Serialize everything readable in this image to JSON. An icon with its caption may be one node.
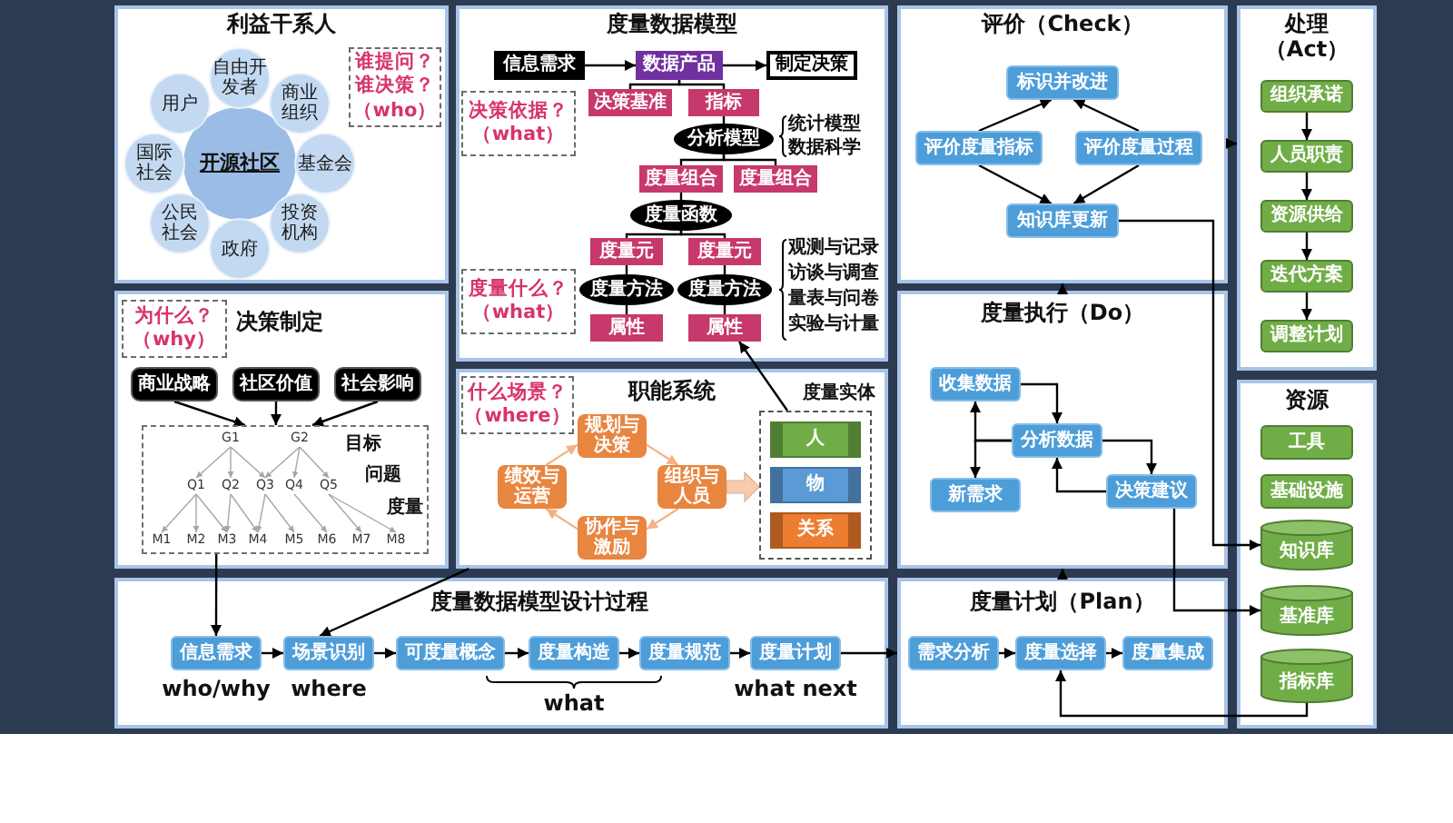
{
  "diagram": {
    "nodes": [
      {
        "text": [
          "利益干系人"
        ]
      },
      {
        "text": [
          "开源社区"
        ],
        "in": 0
      },
      {
        "text": [
          "自由开发者"
        ],
        "in": 0
      },
      {
        "text": [
          "商业组织"
        ],
        "in": 0
      },
      {
        "text": [
          "基金会"
        ],
        "in": 0
      },
      {
        "text": [
          "投资机构"
        ],
        "in": 0
      },
      {
        "text": [
          "政府"
        ],
        "in": 0
      },
      {
        "text": [
          "公民社会"
        ],
        "in": 0
      },
      {
        "text": [
          "国际社会"
        ],
        "in": 0
      },
      {
        "text": [
          "用户"
        ],
        "in": 0
      },
      {
        "text": [
          "谁提问？谁决策？（who）"
        ],
        "in": 0
      },
      {
        "text": [
          "度量数据模型"
        ]
      },
      {
        "text": [
          "信息需求"
        ],
        "in": 11
      },
      {
        "text": [
          "数据产品"
        ],
        "in": 11
      },
      {
        "text": [
          "制定决策"
        ],
        "in": 11
      },
      {
        "text": [
          "决策基准"
        ],
        "in": 11
      },
      {
        "text": [
          "指标"
        ],
        "in": 11
      },
      {
        "text": [
          "决策依据？（what）"
        ],
        "in": 11
      },
      {
        "text": [
          "分析模型"
        ],
        "in": 11
      },
      {
        "text": [
          "度量组合"
        ],
        "in": 11
      },
      {
        "text": [
          "度量组合"
        ],
        "in": 11
      },
      {
        "text": [
          "度量函数"
        ],
        "in": 11
      },
      {
        "text": [
          "度量元"
        ],
        "in": 11
      },
      {
        "text": [
          "度量元"
        ],
        "in": 11
      },
      {
        "text": [
          "度量什么？（what）"
        ],
        "in": 11
      },
      {
        "text": [
          "度量方法"
        ],
        "in": 11
      },
      {
        "text": [
          "度量方法"
        ],
        "in": 11
      },
      {
        "text": [
          "属性"
        ],
        "in": 11
      },
      {
        "text": [
          "属性"
        ],
        "in": 11
      },
      {
        "text": [
          "评价（Check）"
        ]
      },
      {
        "text": [
          "标识并改进"
        ],
        "in": 29
      },
      {
        "text": [
          "评价度量指标"
        ],
        "in": 29
      },
      {
        "text": [
          "评价度量过程"
        ],
        "in": 29
      },
      {
        "text": [
          "知识库更新"
        ],
        "in": 29
      },
      {
        "text": [
          "处理（Act）"
        ]
      },
      {
        "text": [
          "组织承诺"
        ],
        "in": 34
      },
      {
        "text": [
          "人员职责"
        ],
        "in": 34
      },
      {
        "text": [
          "资源供给"
        ],
        "in": 34
      },
      {
        "text": [
          "迭代方案"
        ],
        "in": 34
      },
      {
        "text": [
          "调整计划"
        ],
        "in": 34
      },
      {
        "text": [
          "决策制定"
        ]
      },
      {
        "text": [
          "为什么？（why）"
        ],
        "in": 40
      },
      {
        "text": [
          "商业战略"
        ],
        "in": 40
      },
      {
        "text": [
          "社区价值"
        ],
        "in": 40
      },
      {
        "text": [
          "社会影响"
        ],
        "in": 40
      },
      {
        "text": [],
        "shape": "box",
        "in": 40
      },
      {
        "text": [
          "G1"
        ],
        "in": 45
      },
      {
        "text": [
          "G2"
        ],
        "in": 45
      },
      {
        "text": [
          "Q1"
        ],
        "in": 45
      },
      {
        "text": [
          "Q2"
        ],
        "in": 45
      },
      {
        "text": [
          "Q3"
        ],
        "in": 45
      },
      {
        "text": [
          "Q4"
        ],
        "in": 45
      },
      {
        "text": [
          "Q5"
        ],
        "in": 45
      },
      {
        "text": [
          "M1"
        ],
        "in": 45
      },
      {
        "text": [
          "M2"
        ],
        "in": 45
      },
      {
        "text": [
          "M3"
        ],
        "in": 45
      },
      {
        "text": [
          "M4"
        ],
        "in": 45
      },
      {
        "text": [
          "M5"
        ],
        "in": 45
      },
      {
        "text": [
          "M6"
        ],
        "in": 45
      },
      {
        "text": [
          "M7"
        ],
        "in": 45
      },
      {
        "text": [
          "M8"
        ],
        "in": 45
      },
      {
        "text": [
          "职能系统"
        ]
      },
      {
        "text": [
          "什么场景？（where）"
        ],
        "in": 61
      },
      {
        "text": [
          "规划与决策"
        ],
        "in": 61
      },
      {
        "text": [
          "绩效与运营"
        ],
        "in": 61
      },
      {
        "text": [
          "组织与人员"
        ],
        "in": 61
      },
      {
        "text": [
          "协作与激励"
        ],
        "in": 61
      },
      {
        "text": [
          "度量实体"
        ],
        "in": 61
      },
      {
        "text": [
          "人"
        ],
        "in": 67
      },
      {
        "text": [
          "物"
        ],
        "in": 67
      },
      {
        "text": [
          "关系"
        ],
        "in": 67
      },
      {
        "text": [
          "度量执行（Do）"
        ]
      },
      {
        "text": [
          "收集数据"
        ],
        "in": 71
      },
      {
        "text": [
          "分析数据"
        ],
        "in": 71
      },
      {
        "text": [
          "新需求"
        ],
        "in": 71
      },
      {
        "text": [
          "决策建议"
        ],
        "in": 71
      },
      {
        "text": [
          "资源"
        ]
      },
      {
        "text": [
          "工具"
        ],
        "in": 76
      },
      {
        "text": [
          "基础设施"
        ],
        "in": 76
      },
      {
        "text": [
          "知识库"
        ],
        "in": 76
      },
      {
        "text": [
          "基准库"
        ],
        "in": 76
      },
      {
        "text": [
          "指标库"
        ],
        "in": 76
      },
      {
        "text": [
          "度量数据模型设计过程"
        ]
      },
      {
        "text": [
          "信息需求"
        ],
        "in": 82,
        "beside": [
          "who/why"
        ]
      },
      {
        "text": [
          "场景识别"
        ],
        "in": 82,
        "beside": [
          "where"
        ]
      },
      {
        "text": [
          "可度量概念"
        ],
        "in": 82
      },
      {
        "text": [
          "度量构造"
        ],
        "in": 82
      },
      {
        "text": [
          "度量规范"
        ],
        "in": 82
      },
      {
        "text": [
          "度量计划"
        ],
        "in": 82,
        "beside": [
          "what next"
        ]
      },
      {
        "text": [
          "度量计划（Plan）"
        ]
      },
      {
        "text": [
          "需求分析"
        ],
        "in": 89
      },
      {
        "text": [
          "度量选择"
        ],
        "in": 89
      },
      {
        "text": [
          "度量集成"
        ],
        "in": 89
      }
    ],
    "edges": [
      {
        "from": 12,
        "to": 13,
        "arrow": "to"
      },
      {
        "from": 13,
        "to": 14,
        "arrow": "to"
      },
      {
        "from": 13,
        "to": 15,
        "arrow": "none"
      },
      {
        "from": 13,
        "to": 16,
        "arrow": "none"
      },
      {
        "from": 16,
        "to": 18,
        "arrow": "none"
      },
      {
        "from": 18,
        "to": 19,
        "arrow": "none"
      },
      {
        "from": 18,
        "to": 20,
        "arrow": "none"
      },
      {
        "from": 19,
        "to": 21,
        "arrow": "none"
      },
      {
        "from": 21,
        "to": 22,
        "arrow": "none"
      },
      {
        "from": 21,
        "to": 23,
        "arrow": "none"
      },
      {
        "from": 22,
        "to": 25,
        "arrow": "none"
      },
      {
        "from": 23,
        "to": 26,
        "arrow": "none"
      },
      {
        "from": 25,
        "to": 27,
        "arrow": "none"
      },
      {
        "from": 26,
        "to": 28,
        "arrow": "none"
      },
      {
        "from": 67,
        "to": 28,
        "arrow": "to"
      },
      {
        "from": 31,
        "to": 30,
        "arrow": "to"
      },
      {
        "from": 32,
        "to": 30,
        "arrow": "to"
      },
      {
        "from": 31,
        "to": 33,
        "arrow": "to"
      },
      {
        "from": 32,
        "to": 33,
        "arrow": "to"
      },
      {
        "from": 33,
        "to": 79,
        "arrow": "to"
      },
      {
        "from": 29,
        "to": 34,
        "arrow": "to"
      },
      {
        "from": 35,
        "to": 36,
        "arrow": "to"
      },
      {
        "from": 36,
        "to": 37,
        "arrow": "to"
      },
      {
        "from": 37,
        "to": 38,
        "arrow": "to"
      },
      {
        "from": 38,
        "to": 39,
        "arrow": "to"
      },
      {
        "from": 42,
        "to": 45,
        "arrow": "to"
      },
      {
        "from": 43,
        "to": 45,
        "arrow": "to"
      },
      {
        "from": 44,
        "to": 45,
        "arrow": "to"
      },
      {
        "from": 46,
        "to": 48,
        "arrow": "to",
        "color": "#a6a6a6"
      },
      {
        "from": 46,
        "to": 49,
        "arrow": "to",
        "color": "#a6a6a6"
      },
      {
        "from": 46,
        "to": 50,
        "arrow": "to",
        "color": "#a6a6a6"
      },
      {
        "from": 47,
        "to": 50,
        "arrow": "to",
        "color": "#a6a6a6"
      },
      {
        "from": 47,
        "to": 51,
        "arrow": "to",
        "color": "#a6a6a6"
      },
      {
        "from": 47,
        "to": 52,
        "arrow": "to",
        "color": "#a6a6a6"
      },
      {
        "from": 48,
        "to": 53,
        "arrow": "to",
        "color": "#a6a6a6"
      },
      {
        "from": 48,
        "to": 54,
        "arrow": "to",
        "color": "#a6a6a6"
      },
      {
        "from": 48,
        "to": 55,
        "arrow": "to",
        "color": "#a6a6a6"
      },
      {
        "from": 49,
        "to": 55,
        "arrow": "to",
        "color": "#a6a6a6"
      },
      {
        "from": 49,
        "to": 56,
        "arrow": "to",
        "color": "#a6a6a6"
      },
      {
        "from": 50,
        "to": 56,
        "arrow": "to",
        "color": "#a6a6a6"
      },
      {
        "from": 50,
        "to": 57,
        "arrow": "to",
        "color": "#a6a6a6"
      },
      {
        "from": 51,
        "to": 58,
        "arrow": "to",
        "color": "#a6a6a6"
      },
      {
        "from": 52,
        "to": 59,
        "arrow": "to",
        "color": "#a6a6a6"
      },
      {
        "from": 52,
        "to": 60,
        "arrow": "to",
        "color": "#a6a6a6"
      },
      {
        "from": 45,
        "to": 83,
        "arrow": "to"
      },
      {
        "from": 63,
        "to": 65,
        "arrow": "to",
        "color": "#f4b183"
      },
      {
        "from": 65,
        "to": 66,
        "arrow": "to",
        "color": "#f4b183"
      },
      {
        "from": 66,
        "to": 64,
        "arrow": "to",
        "color": "#f4b183"
      },
      {
        "from": 64,
        "to": 63,
        "arrow": "to",
        "color": "#f4b183"
      },
      {
        "from": 65,
        "to": 67,
        "arrow": "to",
        "style": "thick",
        "color": "#f8cbad"
      },
      {
        "from": 61,
        "to": 84,
        "arrow": "to"
      },
      {
        "from": 72,
        "to": 73,
        "arrow": "to"
      },
      {
        "from": 73,
        "to": 75,
        "arrow": "to"
      },
      {
        "from": 75,
        "to": 73,
        "arrow": "to"
      },
      {
        "from": 73,
        "to": 72,
        "arrow": "to"
      },
      {
        "from": 73,
        "to": 74,
        "arrow": "to"
      },
      {
        "from": 75,
        "to": 80,
        "arrow": "to"
      },
      {
        "from": 71,
        "to": 29,
        "arrow": "to"
      },
      {
        "from": 83,
        "to": 84,
        "arrow": "to"
      },
      {
        "from": 84,
        "to": 85,
        "arrow": "to"
      },
      {
        "from": 85,
        "to": 86,
        "arrow": "to"
      },
      {
        "from": 86,
        "to": 87,
        "arrow": "to"
      },
      {
        "from": 87,
        "to": 88,
        "arrow": "to"
      },
      {
        "from": 88,
        "to": 89,
        "arrow": "to"
      },
      {
        "from": 90,
        "to": 91,
        "arrow": "to"
      },
      {
        "from": 91,
        "to": 92,
        "arrow": "to"
      },
      {
        "from": 81,
        "to": 91,
        "arrow": "to"
      },
      {
        "from": 89,
        "to": 71,
        "arrow": "to"
      }
    ],
    "labels": [
      "统计模型",
      "数据科学",
      "观测与记录",
      "访谈与调查",
      "量表与问卷",
      "实验与计量",
      "目标",
      "问题",
      "度量",
      "what"
    ]
  }
}
